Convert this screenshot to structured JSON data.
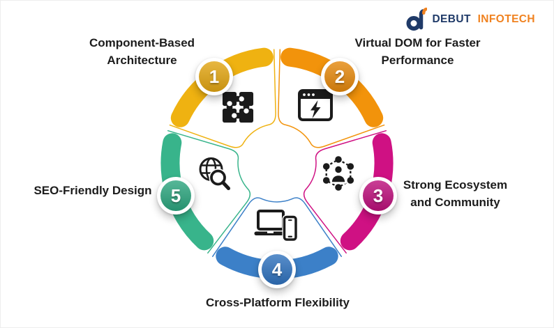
{
  "logo": {
    "name": "Debut Infotech",
    "word1": "DEBUT",
    "word2": "INFOTECH",
    "navy": "#1F3A68",
    "orange": "#F08220"
  },
  "diagram": {
    "description": "Five-segment circular benefits wheel",
    "segments": [
      {
        "number": "1",
        "label": "Component-Based Architecture",
        "arc_color": "#EFB211",
        "badge_color": "#E2A512",
        "icon": "puzzle-icon"
      },
      {
        "number": "2",
        "label": "Virtual DOM for Faster Performance",
        "arc_color": "#F2930B",
        "badge_color": "#E5880C",
        "icon": "browser-lightning-icon"
      },
      {
        "number": "3",
        "label": "Strong Ecosystem and Community",
        "arc_color": "#CF1183",
        "badge_color": "#BC0F7B",
        "icon": "community-network-icon"
      },
      {
        "number": "4",
        "label": "Cross-Platform Flexibility",
        "arc_color": "#3C80C8",
        "badge_color": "#2F72BE",
        "icon": "devices-icon"
      },
      {
        "number": "5",
        "label": "SEO-Friendly Design",
        "arc_color": "#38B48B",
        "badge_color": "#2CA57E",
        "icon": "seo-search-globe-icon"
      }
    ]
  }
}
